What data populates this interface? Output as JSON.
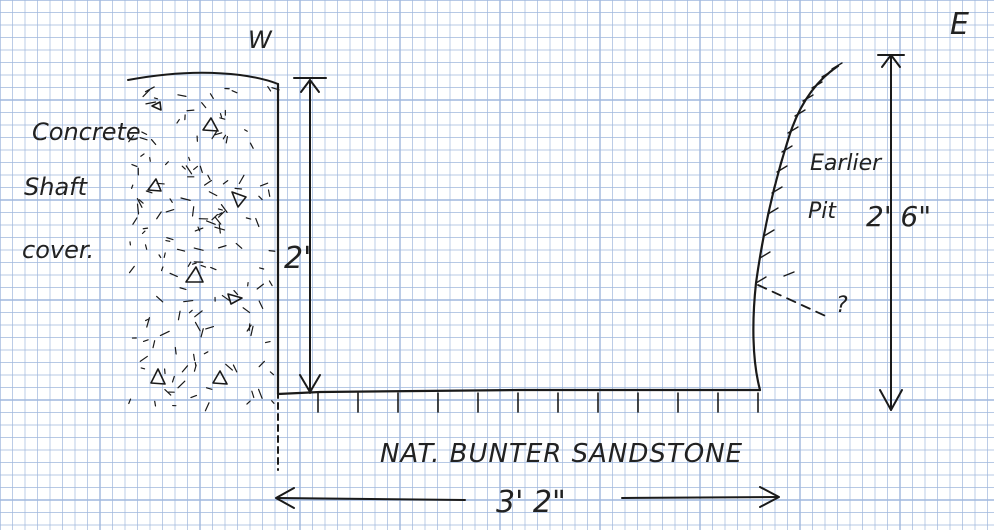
{
  "grid_color": "#9fb7dd",
  "ink_color": "#1a1a1a",
  "labels": {
    "west": "W",
    "east": "E",
    "concrete_line1": "Concrete",
    "concrete_line2": "Shaft",
    "concrete_line3": "cover.",
    "height_left": "2'",
    "earlier_line1": "Earlier",
    "earlier_line2": "Pit",
    "height_right": "2' 6\"",
    "question": "?",
    "base_material": "NAT. BUNTER SANDSTONE",
    "width": "3' 2\""
  }
}
